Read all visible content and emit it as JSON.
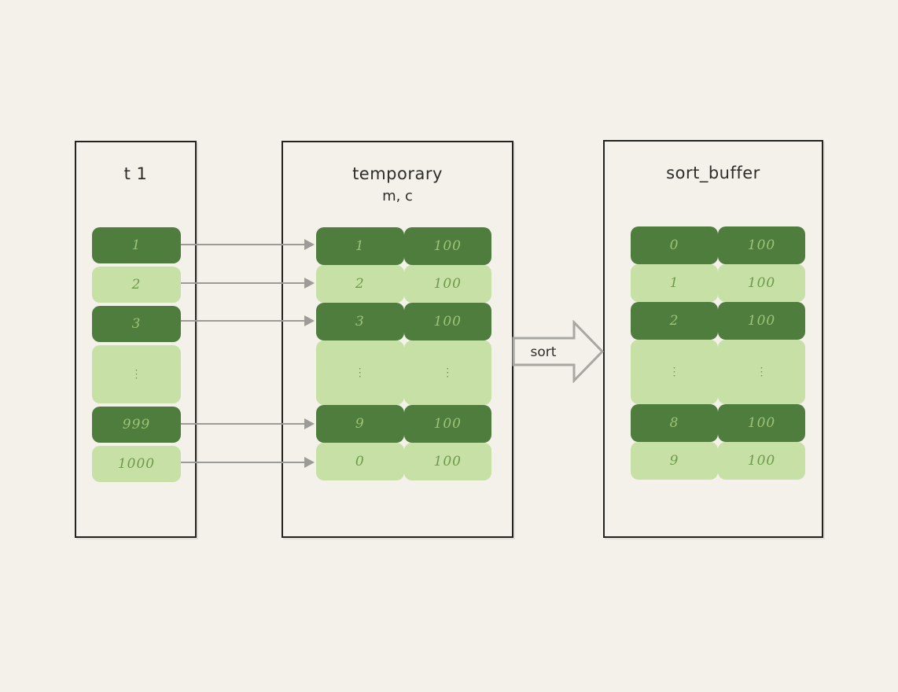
{
  "colors": {
    "background": "#f3f1ea",
    "box_border": "#22221f",
    "row_dark_green": "#4f7d3d",
    "row_light_green": "#c7e0a5",
    "text_on_dark": "#9cc377",
    "text_on_light": "#6e9a4e",
    "title_text": "#2e2d29",
    "arrow_gray": "#9b9b97"
  },
  "tables": {
    "t1": {
      "title": "t 1",
      "rows": [
        {
          "value": "1"
        },
        {
          "value": "2"
        },
        {
          "value": "3"
        },
        {
          "value": "⋮"
        },
        {
          "value": "999"
        },
        {
          "value": "1000"
        }
      ]
    },
    "temporary": {
      "title": "temporary",
      "subtitle": "m, c",
      "rows": [
        {
          "key": "1",
          "count": "100"
        },
        {
          "key": "2",
          "count": "100"
        },
        {
          "key": "3",
          "count": "100"
        },
        {
          "key": "⋮",
          "count": "⋮"
        },
        {
          "key": "9",
          "count": "100"
        },
        {
          "key": "0",
          "count": "100"
        }
      ]
    },
    "sort_buffer": {
      "title": "sort_buffer",
      "rows": [
        {
          "key": "0",
          "count": "100"
        },
        {
          "key": "1",
          "count": "100"
        },
        {
          "key": "2",
          "count": "100"
        },
        {
          "key": "⋮",
          "count": "⋮"
        },
        {
          "key": "8",
          "count": "100"
        },
        {
          "key": "9",
          "count": "100"
        }
      ]
    }
  },
  "sort_arrow": {
    "label": "sort"
  },
  "row_arrows": [
    {
      "from": "t1 row 1",
      "to": "temporary row 1,100"
    },
    {
      "from": "t1 row 2",
      "to": "temporary row 2,100"
    },
    {
      "from": "t1 row 3",
      "to": "temporary row 3,100"
    },
    {
      "from": "t1 row 999",
      "to": "temporary row 9,100"
    },
    {
      "from": "t1 row 1000",
      "to": "temporary row 0,100"
    }
  ]
}
